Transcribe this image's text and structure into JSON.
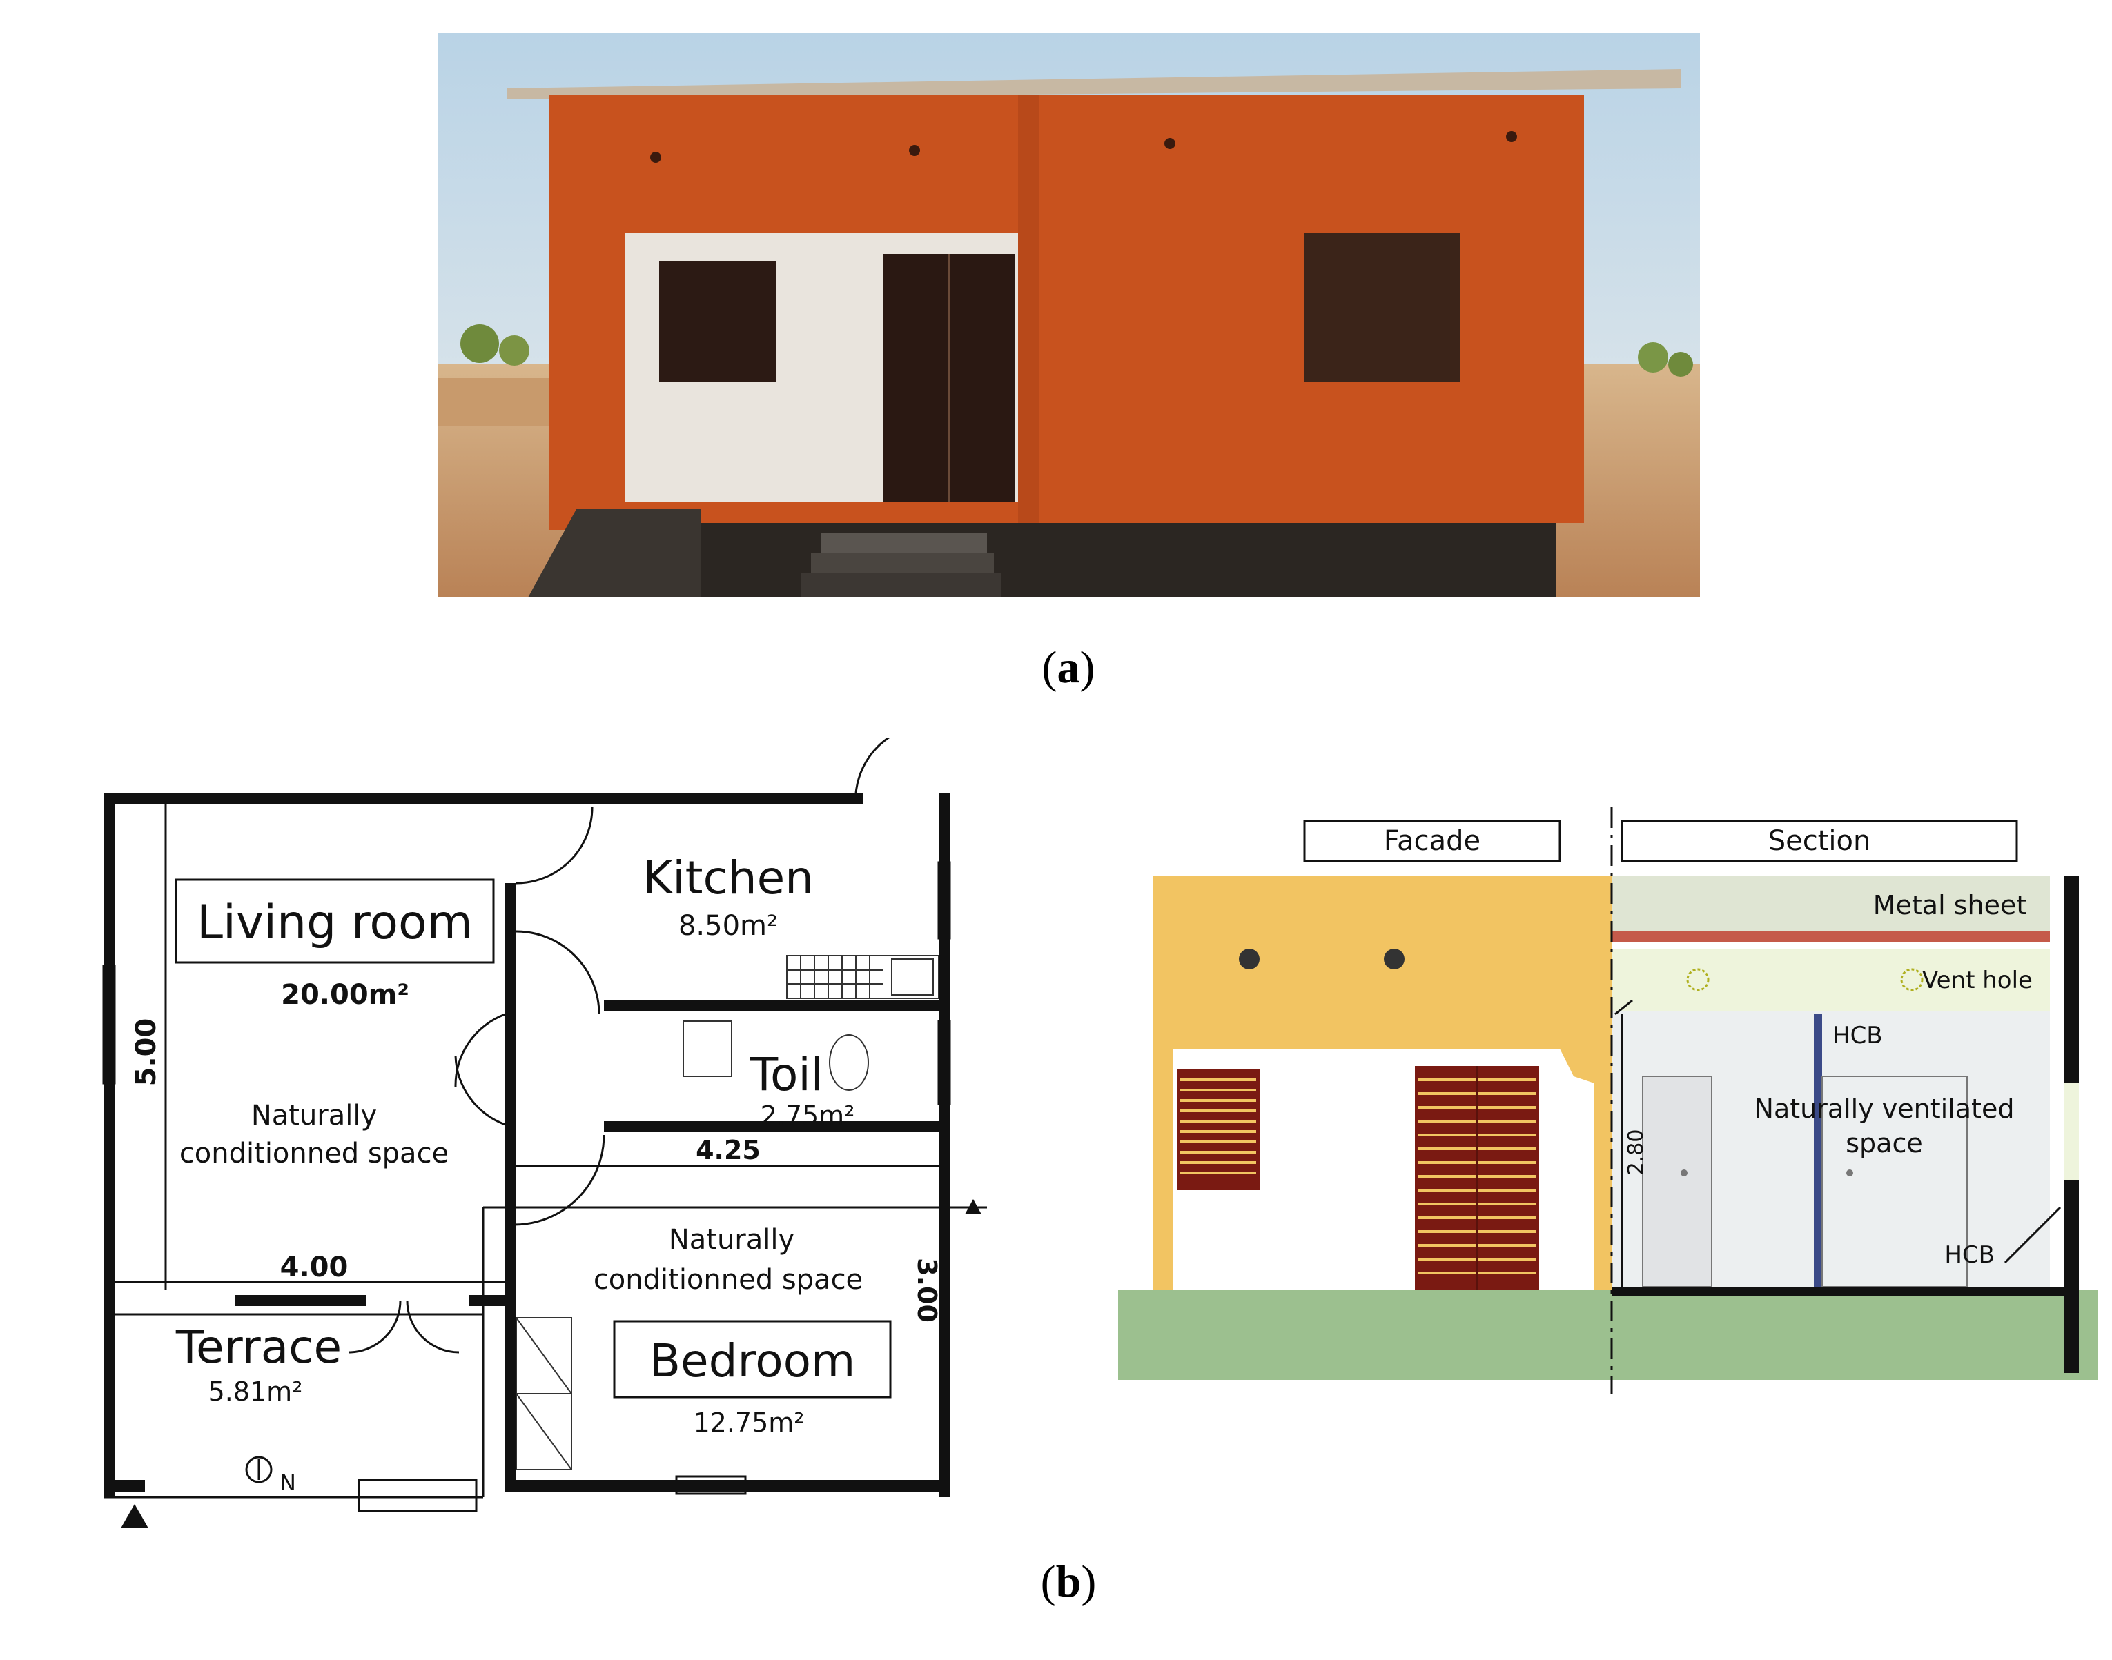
{
  "captions": {
    "a": "a",
    "b": "b"
  },
  "floor_plan": {
    "rooms": {
      "living_room": {
        "label": "Living room",
        "area": "20.00m²"
      },
      "kitchen": {
        "label": "Kitchen",
        "area": "8.50m²"
      },
      "toilet": {
        "label": "Toil",
        "area": "2.75m²"
      },
      "terrace": {
        "label": "Terrace",
        "area": "5.81m²"
      },
      "bedroom": {
        "label": "Bedroom",
        "area": "12.75m²"
      }
    },
    "space_label_1": "Naturally",
    "space_label_2": "conditionned space",
    "dimensions": {
      "living_height": "5.00",
      "living_width": "4.00",
      "bedroom_width": "4.25",
      "bedroom_height": "3.00"
    },
    "north_label": "N"
  },
  "elevation": {
    "facade_label": "Facade",
    "section_label": "Section",
    "metal_sheet_label": "Metal sheet",
    "vent_hole_label": "Vent hole",
    "hcb_label": "HCB",
    "ventilated_label_1": "Naturally ventilated",
    "ventilated_label_2": "space",
    "height_dim": "2.80"
  },
  "colors": {
    "house_orange": "#c8521e",
    "facade_yellow": "#f2c462",
    "ground_green": "#9cc08f",
    "wall_black": "#111111",
    "shutter_red": "#7a1a12"
  }
}
